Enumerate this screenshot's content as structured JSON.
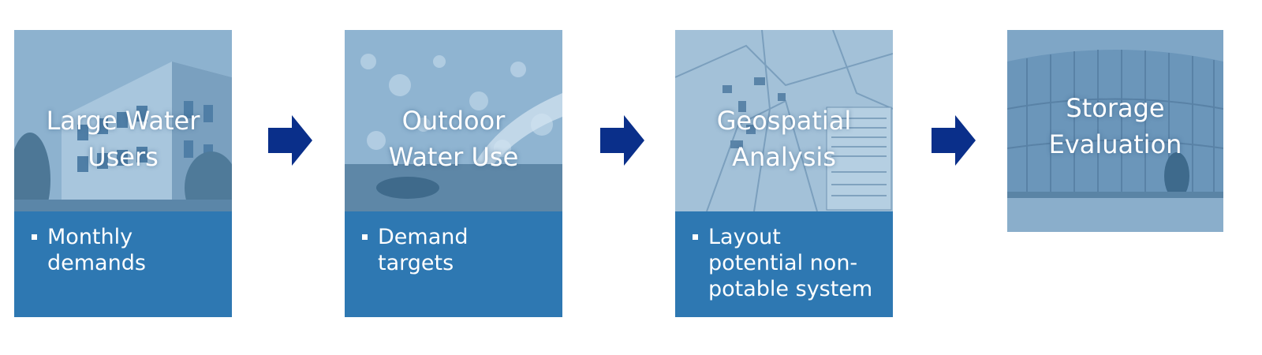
{
  "colors": {
    "panel": "#2e78b2",
    "arrow": "#0a2f8a",
    "photo_tint": "#7aa3c4"
  },
  "steps": [
    {
      "title_line1": "Large Water",
      "title_line2": "Users",
      "bullet_lines": [
        "Monthly",
        "demands"
      ],
      "photo": "building-photo"
    },
    {
      "title_line1": "Outdoor",
      "title_line2": "Water Use",
      "bullet_lines": [
        "Demand",
        "targets"
      ],
      "photo": "sprinkler-photo"
    },
    {
      "title_line1": "Geospatial",
      "title_line2": "Analysis",
      "bullet_lines": [
        "Layout",
        "potential non-",
        "potable system"
      ],
      "photo": "map-photo"
    },
    {
      "title_line1": "Storage",
      "title_line2": "Evaluation",
      "photo": "storage-tank-photo"
    }
  ],
  "connector_icon": "right-arrow-icon"
}
